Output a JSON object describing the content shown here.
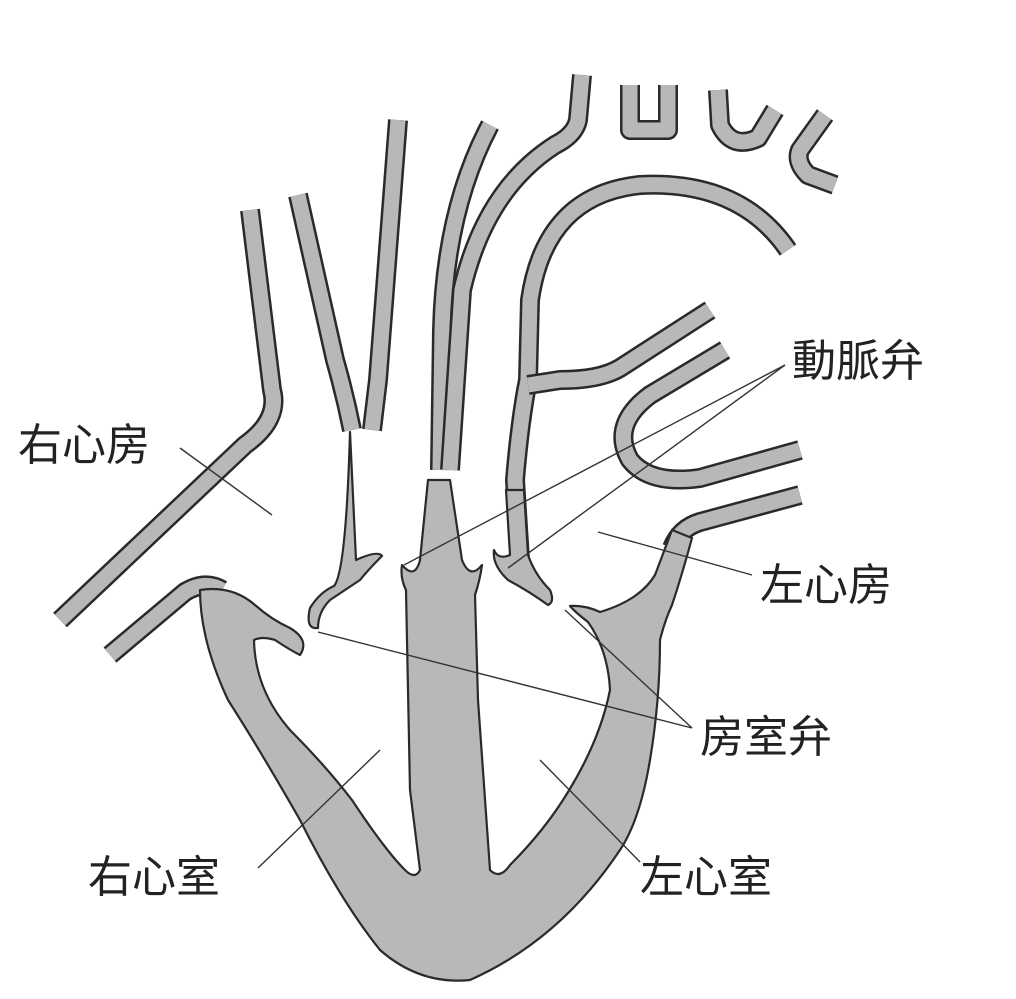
{
  "labels": {
    "right_atrium": "右心房",
    "left_atrium": "左心房",
    "right_ventricle": "右心室",
    "left_ventricle": "左心室",
    "arterial_valve": "動脈弁",
    "atrioventricular_valve": "房室弁"
  },
  "colors": {
    "wall_fill": "#b8b8b8",
    "outline": "#2a2a2a",
    "background": "#ffffff",
    "text": "#222222"
  }
}
